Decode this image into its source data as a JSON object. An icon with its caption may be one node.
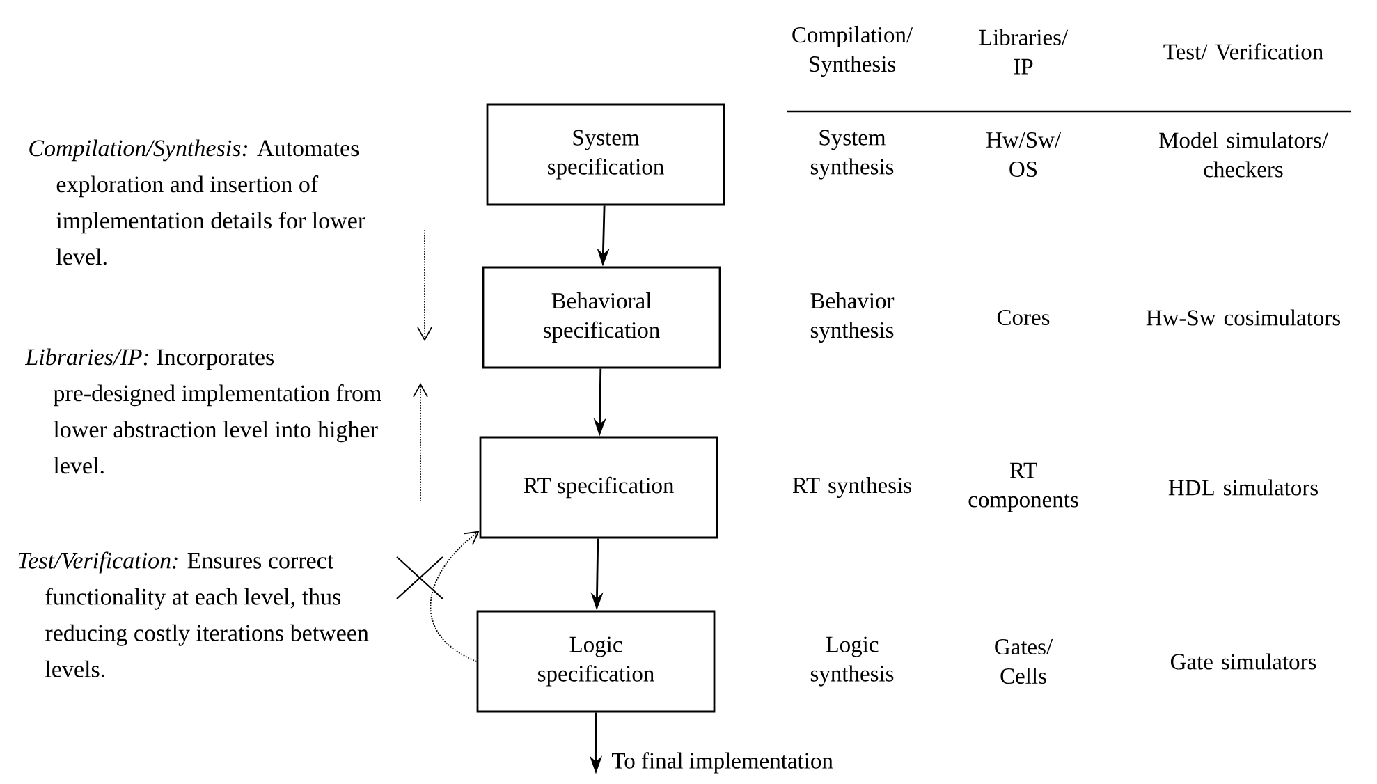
{
  "diagram": {
    "nodes": [
      {
        "text": [
          "System specification"
        ]
      },
      {
        "text": [
          "Behavioral specification"
        ]
      },
      {
        "text": [
          "RT specification"
        ]
      },
      {
        "text": [
          "Logic specification"
        ]
      }
    ],
    "edges": [
      {
        "from": 0,
        "to": 1,
        "arrow": "to"
      },
      {
        "from": 1,
        "to": 2,
        "arrow": "to"
      },
      {
        "from": 2,
        "to": 3,
        "arrow": "to"
      },
      {
        "from": 3,
        "to": null,
        "arrow": "to",
        "label": "To final implementation"
      },
      {
        "from": 3,
        "to": 2,
        "arrow": "to",
        "style": "dashed"
      }
    ],
    "labels": [
      "*Compilation/Synthesis:* Automates exploration and insertion of implementation details for lower level.",
      "*Libraries/IP:* Incorporates pre-designed implementation from lower abstraction level into higher level.",
      "*Test/Verification:* Ensures correct functionality at each level, thus reducing costly iterations between levels.",
      "Compilation/ Synthesis",
      "Libraries/ IP",
      "Test/ Verification",
      "System synthesis",
      "Hw/Sw/ OS",
      "Model simulators/ checkers",
      "Behavior synthesis",
      "Cores",
      "Hw-Sw cosimulators",
      "RT synthesis",
      "RT components",
      "HDL simulators",
      "Logic synthesis",
      "Gates/ Cells",
      "Gate simulators"
    ]
  }
}
